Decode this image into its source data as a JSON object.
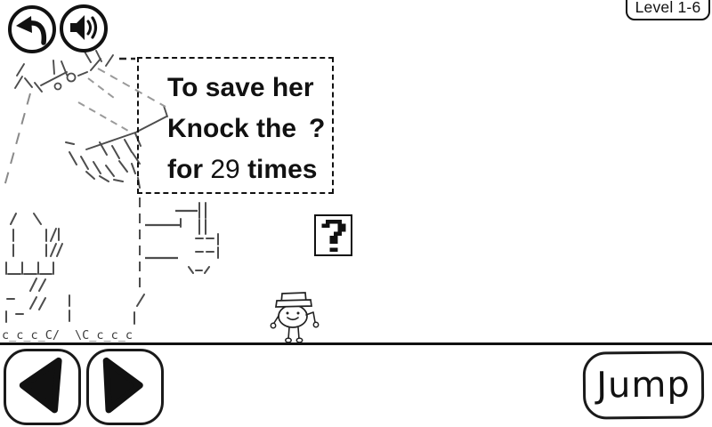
{
  "hud": {
    "level_badge": "Level 1-6",
    "back_icon": "back-arrow",
    "sound_icon": "speaker-with-waves"
  },
  "speech_box": {
    "line1": "To save her",
    "line2_text": "Knock the",
    "line2_mark": "?",
    "line3_word1": "for",
    "line3_number": "29",
    "line3_word2": "times"
  },
  "question_block": {
    "glyph": "?"
  },
  "creature": {
    "description": "hand-drawn ascii-style dinosaur sketch",
    "left_foot_glyphs": "c_c_c_C/",
    "right_foot_glyphs": "\\C_c_c_c"
  },
  "controls": {
    "left_icon": "left-triangle",
    "right_icon": "right-triangle",
    "jump_label": "Jump"
  },
  "colors": {
    "ink": "#111111",
    "sketch_dark": "#4d4d4d",
    "sketch_gray": "#9a9a9a",
    "background": "#ffffff"
  }
}
